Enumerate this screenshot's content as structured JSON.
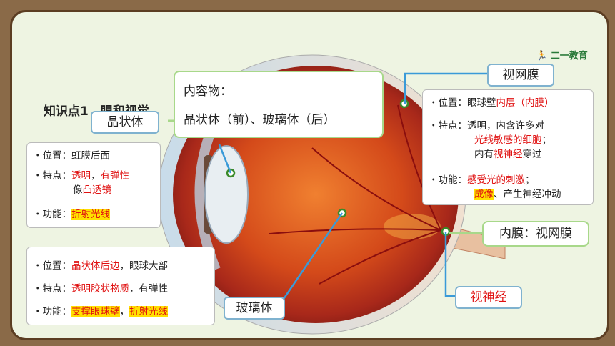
{
  "title": "知识点1　眼和视觉",
  "logo": {
    "text": "二一教育"
  },
  "labels": {
    "jingzhuangti": "晶状体",
    "shiwangmo": "视网膜",
    "neimo": "内膜：视网膜",
    "shishenjing": "视神经",
    "boliti": "玻璃体"
  },
  "content_box": {
    "line1": "内容物：",
    "line2": "晶状体（前）、玻璃体（后）"
  },
  "lens_box": {
    "pos_label": "・位置：",
    "pos_text": "虹膜后面",
    "feat_label": "・特点：",
    "feat_red1": "透明",
    "feat_sep": "，",
    "feat_red2": "有弹性",
    "feat2_pre": "像",
    "feat2_red": "凸透镜",
    "func_label": "・功能：",
    "func_hl": "折射光线"
  },
  "vitreous_box": {
    "pos_label": "・位置：",
    "pos_red": "晶状体后边",
    "pos_rest": "，眼球大部",
    "feat_label": "・特点：",
    "feat_red": "透明胶状物质",
    "feat_rest": "，有弹性",
    "func_label": "・功能：",
    "func_hl1": "支撑眼球壁",
    "func_sep": "，",
    "func_hl2": "折射光线"
  },
  "retina_box": {
    "pos_label": "・位置：",
    "pos_text": "眼球壁",
    "pos_red1": "内层",
    "pos_red2": "（内膜）",
    "feat_label": "・特点：",
    "feat_text": "透明，内含许多对",
    "feat2_red": "光线敏感的细胞",
    "feat2_end": "；",
    "feat3_pre": "内有",
    "feat3_red": "视神经",
    "feat3_end": "穿过",
    "func_label": "・功能：",
    "func_red": "感受光的刺激",
    "func_end": "；",
    "func2_hl": "成像",
    "func2_rest": "、产生神经冲动"
  },
  "colors": {
    "board": "#eef4e2",
    "frame": "#5b3d22",
    "accent_red": "#e01010",
    "highlight": "#ffe000",
    "label_border": "#7fb2cf",
    "green_border": "#a8d88a"
  }
}
